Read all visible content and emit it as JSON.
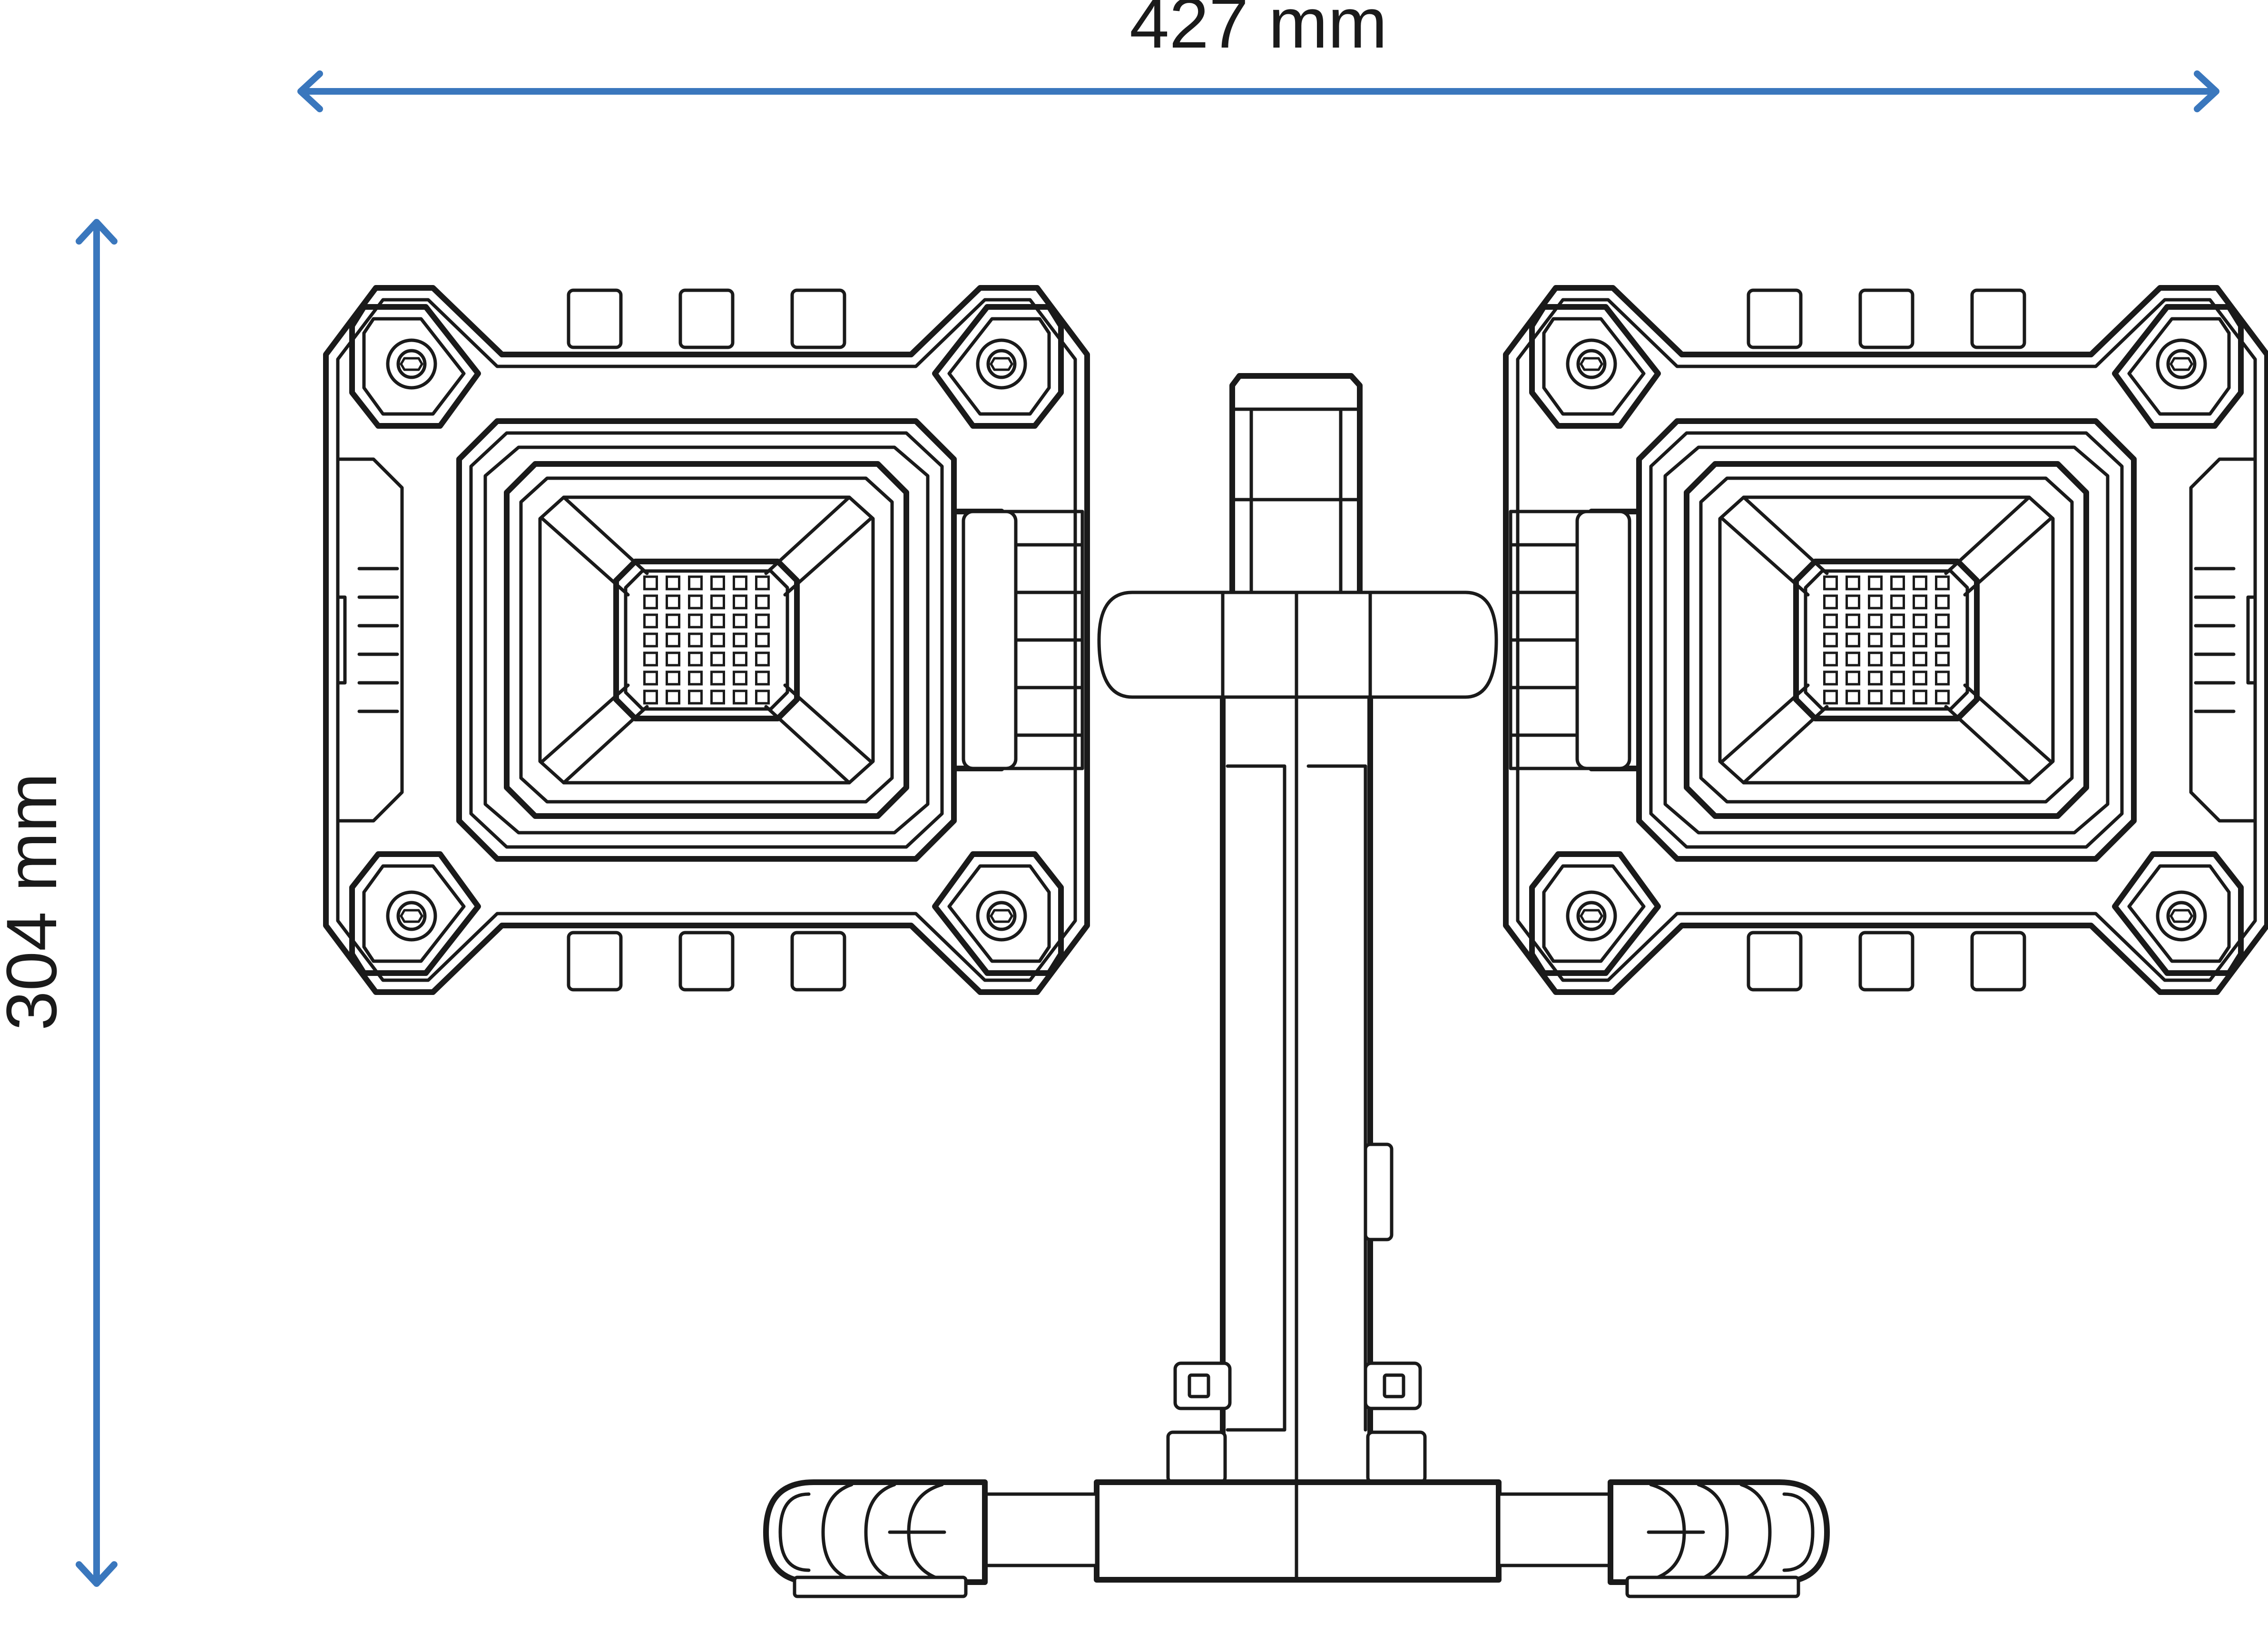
{
  "dimensions": {
    "width_label": "427 mm",
    "height_label": "304 mm"
  },
  "colors": {
    "dimension_line": "#3a77bd",
    "outline": "#1a1a1a",
    "background": "#ffffff"
  },
  "drawing": {
    "lamp_heads": 2,
    "led_grid": {
      "rows": 7,
      "cols": 6
    }
  }
}
